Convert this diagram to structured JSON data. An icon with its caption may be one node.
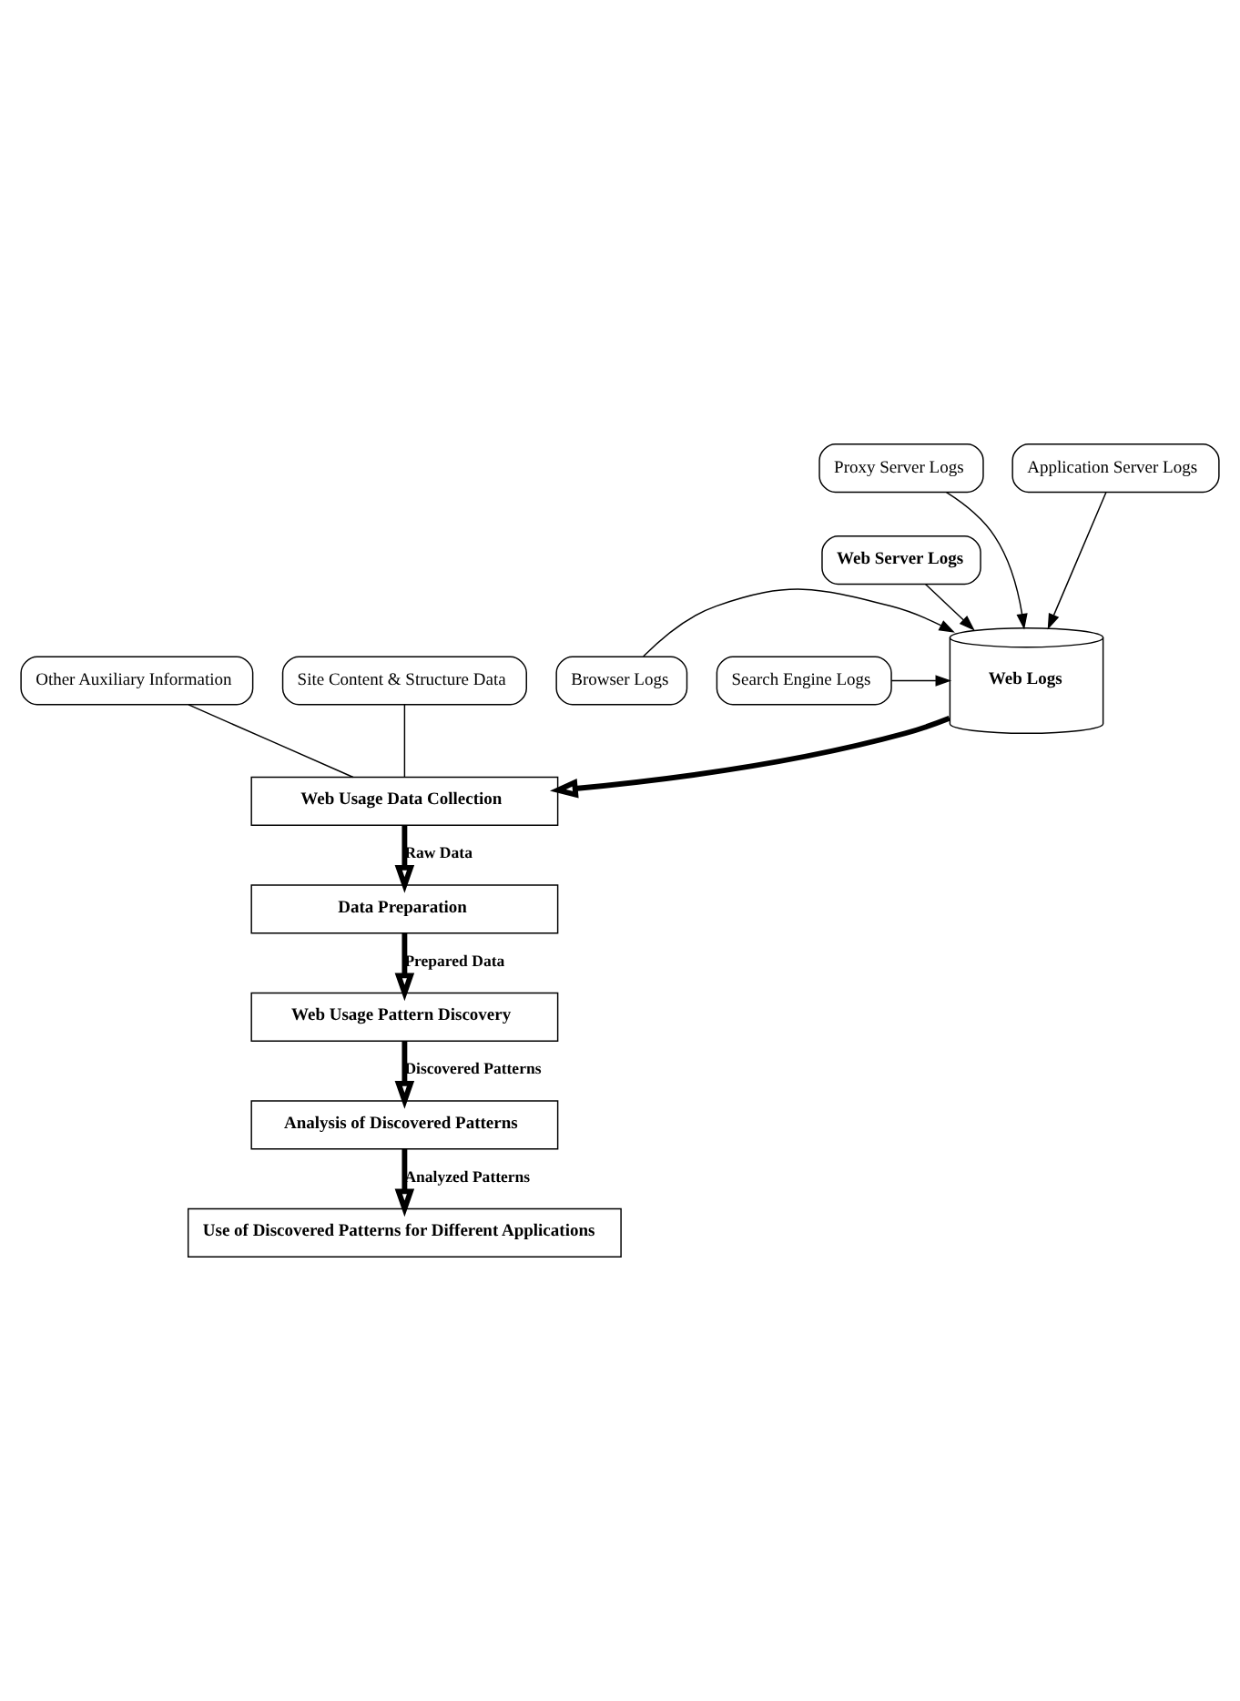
{
  "diagram": {
    "nodes": [
      {
        "text": [
          "Web Server Logs"
        ]
      },
      {
        "text": [
          "Proxy Server Logs"
        ]
      },
      {
        "text": [
          "Application Server Logs"
        ]
      },
      {
        "text": [
          "Browser Logs"
        ]
      },
      {
        "text": [
          "Search Engine Logs"
        ]
      },
      {
        "text": [
          "Web Logs"
        ]
      },
      {
        "text": [
          "Other Auxiliary Information"
        ]
      },
      {
        "text": [
          "Site Content & Structure Data"
        ]
      },
      {
        "text": [
          "Web Usage Data Collection"
        ]
      },
      {
        "text": [
          "Data Preparation"
        ]
      },
      {
        "text": [
          "Web Usage Pattern Discovery"
        ]
      },
      {
        "text": [
          "Analysis of Discovered Patterns"
        ]
      },
      {
        "text": [
          "Use of Discovered Patterns for Different Applications"
        ]
      }
    ],
    "edges": [
      {
        "from": 0,
        "to": 5,
        "arrow": "to"
      },
      {
        "from": 1,
        "to": 5,
        "arrow": "to"
      },
      {
        "from": 2,
        "to": 5,
        "arrow": "to"
      },
      {
        "from": 3,
        "to": 5,
        "arrow": "to"
      },
      {
        "from": 4,
        "to": 5,
        "arrow": "to"
      },
      {
        "from": 5,
        "to": 8,
        "arrow": "to",
        "style": "thick"
      },
      {
        "from": 6,
        "to": 8,
        "arrow": "none"
      },
      {
        "from": 7,
        "to": 8,
        "arrow": "none"
      },
      {
        "from": 8,
        "to": 9,
        "arrow": "to",
        "style": "thick",
        "label": "Raw Data"
      },
      {
        "from": 9,
        "to": 10,
        "arrow": "to",
        "style": "thick",
        "label": "Prepared Data"
      },
      {
        "from": 10,
        "to": 11,
        "arrow": "to",
        "style": "thick",
        "label": "Discovered Patterns"
      },
      {
        "from": 11,
        "to": 12,
        "arrow": "to",
        "style": "thick",
        "label": "Analyzed Patterns"
      }
    ]
  }
}
